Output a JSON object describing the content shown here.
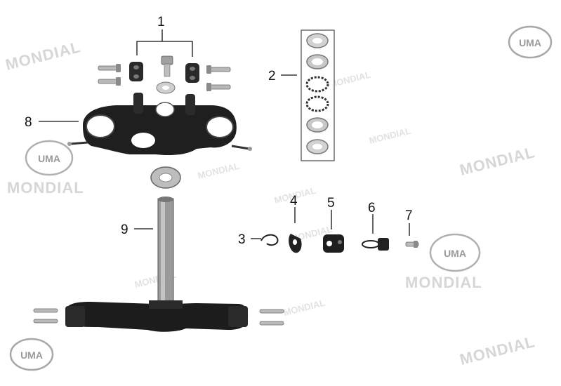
{
  "watermark": {
    "brand": "MONDIAL",
    "logo_text": "UMA"
  },
  "callouts": [
    "1",
    "2",
    "3",
    "4",
    "5",
    "6",
    "7",
    "8",
    "9"
  ],
  "colors": {
    "part_dark": "#1e1e1e",
    "part_mid": "#3a3a3a",
    "metal_light": "#c8c8c8",
    "watermark": "#d6d6d6",
    "leader": "#111111"
  }
}
